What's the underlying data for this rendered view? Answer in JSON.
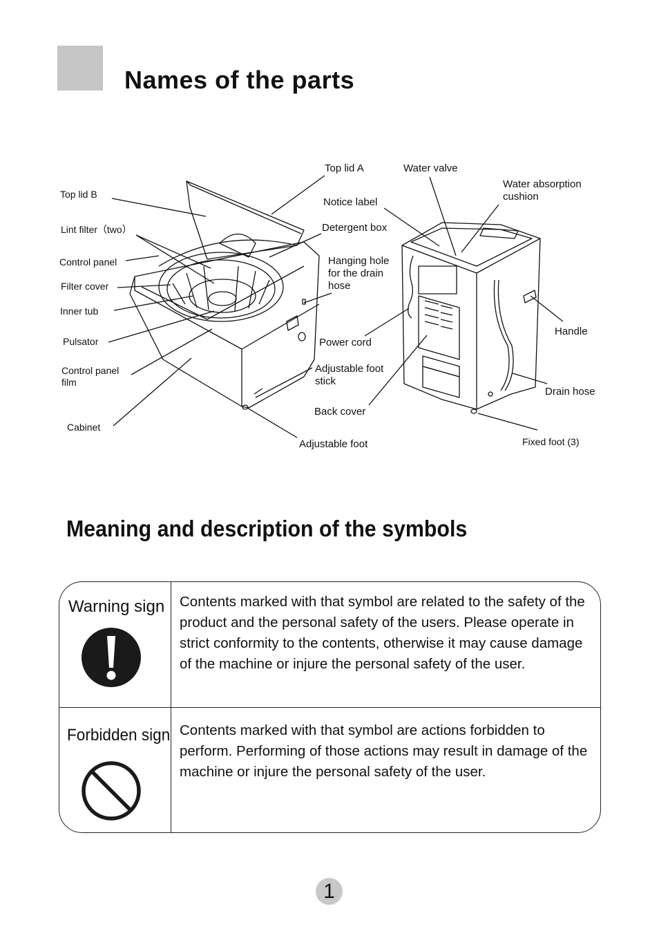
{
  "header": {
    "title": "Names of the parts"
  },
  "parts_labels": {
    "top_lid_b": "Top lid B",
    "lint_filter": "Lint filter（two）",
    "control_panel": "Control panel",
    "filter_cover": "Filter cover",
    "inner_tub": "Inner tub",
    "pulsator": "Pulsator",
    "control_panel_film": [
      "Control panel",
      "film"
    ],
    "cabinet": "Cabinet",
    "top_lid_a": "Top lid A",
    "notice_label": "Notice label",
    "detergent_box": "Detergent box",
    "hanging_hole": [
      "Hanging hole",
      "for the drain",
      "hose"
    ],
    "power_cord": "Power cord",
    "adjustable_foot_stick": [
      "Adjustable foot",
      "stick"
    ],
    "back_cover": "Back cover",
    "adjustable_foot": "Adjustable foot",
    "water_valve": "Water valve",
    "water_absorption_cushion": [
      "Water absorption",
      "cushion"
    ],
    "handle": "Handle",
    "drain_hose": "Drain hose",
    "fixed_foot": "Fixed foot (3)"
  },
  "symbols_section": {
    "title": "Meaning and description of the symbols",
    "rows": [
      {
        "name": "Warning sign",
        "icon": "exclamation-circle-icon",
        "description": "Contents marked with that symbol are  related  to  the  safety of  the product  and  the  personal safety of   the users. Please operate in strict conformity  to  the  contents, otherwise  it  may cause damage of   the  machine  or  injure   the personal safety of the user."
      },
      {
        "name": "Forbidden sign",
        "icon": "prohibition-circle-icon",
        "description": "Contents marked with that symbol are  actions forbidden  to perform. Performing of  those actions  may result  in damage  of  the machine or  injure the  personal  safety  of the user."
      }
    ]
  },
  "footer": {
    "page_number": "1"
  },
  "colors": {
    "accent_gray": "#c6c6c6",
    "ink": "#111111"
  }
}
